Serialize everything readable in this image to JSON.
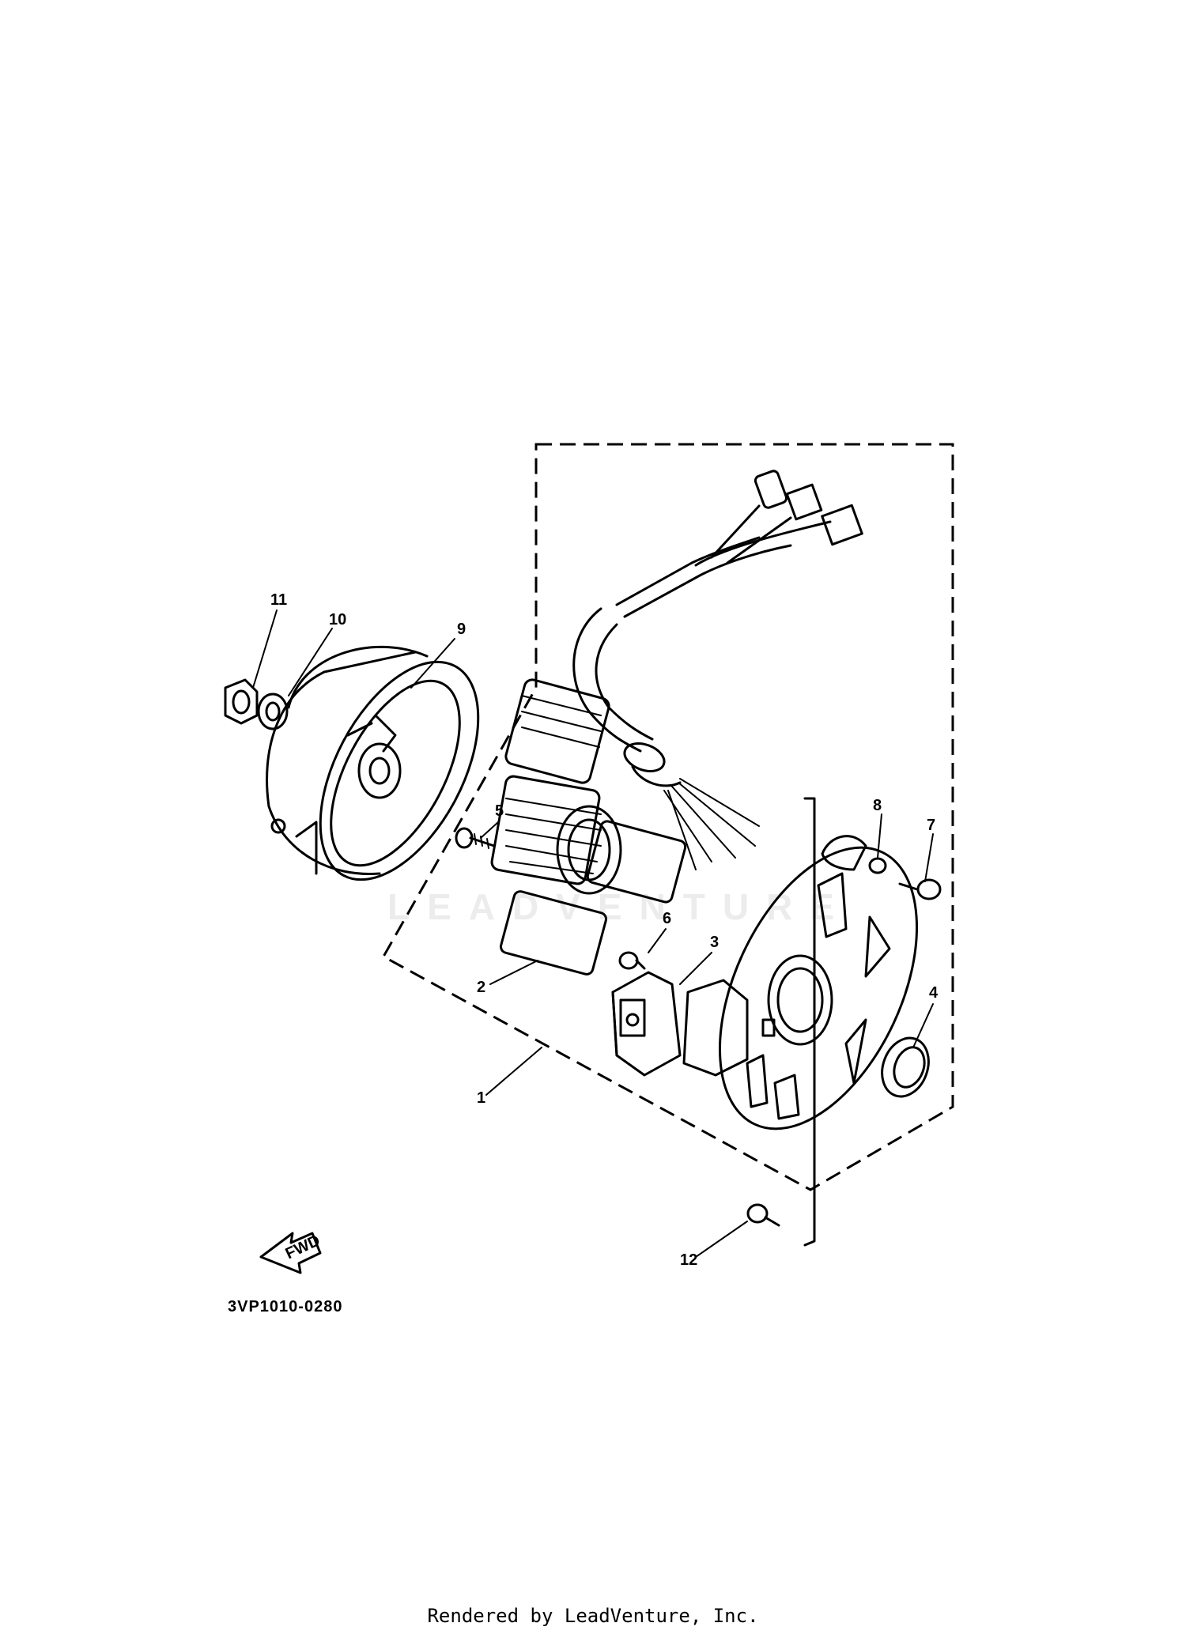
{
  "diagram": {
    "code": "3VP1010-0280",
    "footer": "Rendered by LeadVenture, Inc.",
    "watermark": "LEADVENTURE",
    "fwd_label": "FWD"
  },
  "callouts": [
    {
      "id": "1",
      "label": "1"
    },
    {
      "id": "2",
      "label": "2"
    },
    {
      "id": "3",
      "label": "3"
    },
    {
      "id": "4",
      "label": "4"
    },
    {
      "id": "5",
      "label": "5"
    },
    {
      "id": "6",
      "label": "6"
    },
    {
      "id": "7",
      "label": "7"
    },
    {
      "id": "8",
      "label": "8"
    },
    {
      "id": "9",
      "label": "9"
    },
    {
      "id": "10",
      "label": "10"
    },
    {
      "id": "11",
      "label": "11"
    },
    {
      "id": "12",
      "label": "12"
    }
  ]
}
